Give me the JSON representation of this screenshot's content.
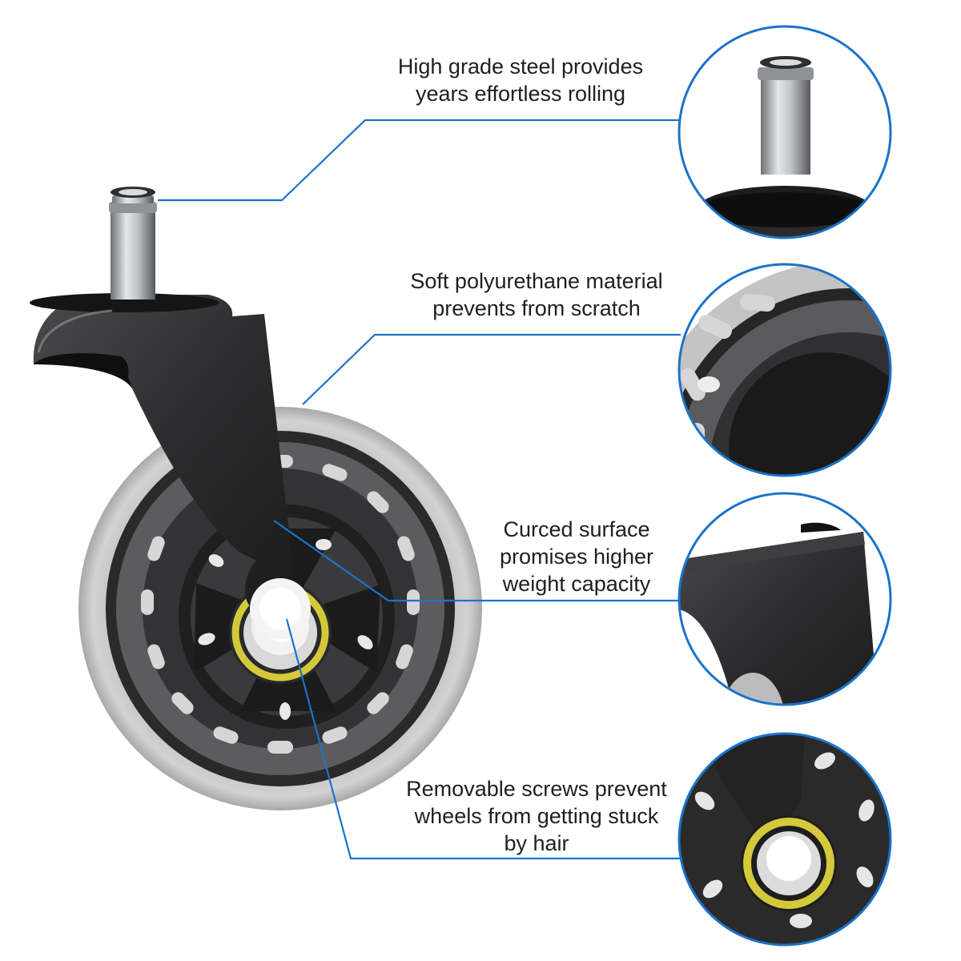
{
  "callouts": [
    {
      "lines": [
        "High grade steel provides",
        "years effortless rolling"
      ]
    },
    {
      "lines": [
        "Soft polyurethane material",
        "prevents from scratch"
      ]
    },
    {
      "lines": [
        "Curced surface",
        "promises higher",
        "weight capacity"
      ]
    },
    {
      "lines": [
        "Removable screws prevent",
        "wheels from getting stuck",
        "by hair"
      ]
    }
  ],
  "colors": {
    "leader_line": "#1a73c9",
    "circle_ring": "#1a73c9",
    "tire": "#c9c9c9",
    "hub": "#1e1e1e",
    "bracket": "#2b2b2d",
    "bearing_ring": "#d4c93a",
    "steel": "#b9bcc0"
  },
  "icons": [
    "caster-wheel-illustration",
    "steel-stem-detail",
    "tire-tread-detail",
    "bracket-fork-detail",
    "bearing-hub-detail"
  ]
}
